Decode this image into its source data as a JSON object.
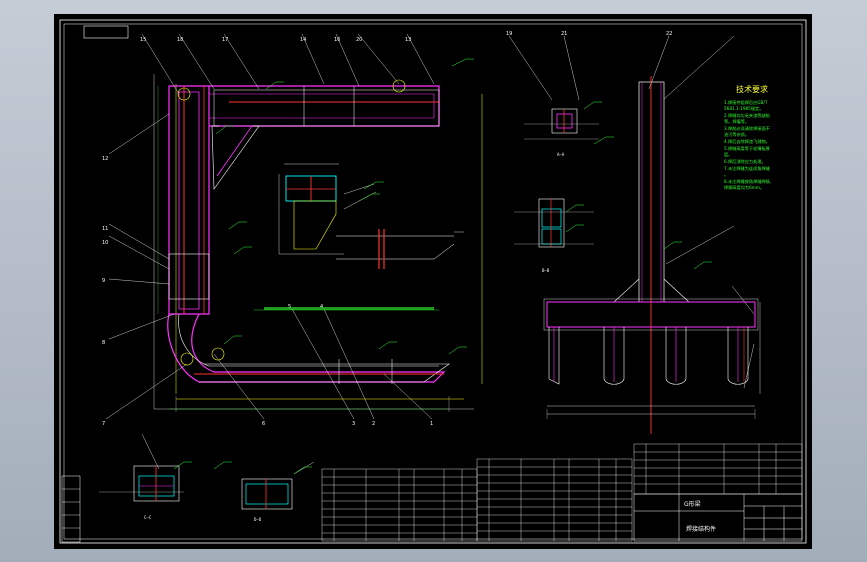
{
  "drawing": {
    "title_block": {
      "name": "G形梁",
      "subtitle": "焊接结构件"
    },
    "notes": {
      "title": "技术要求",
      "lines": [
        "1.焊接件组焊后应GB/T",
        "  5681.1-1985规定。",
        "2.焊缝均匀无夹渣等缺陷",
        "  等。焊瘤等。",
        "3.焊前必须清除焊接面干",
        "  油污等杂质。",
        "4.焊后去除焊渣飞溅物。",
        "5.焊缝高度等于较薄板厚",
        "  度。",
        "6.焊后消除应力处理。",
        "7.未注焊缝为连续角焊缝",
        "  。",
        "8.未注焊缝按角焊缝焊接,",
        "  焊脚高度均为6mm。"
      ]
    },
    "balloons": [
      "15",
      "18",
      "17",
      "14",
      "16",
      "20",
      "13",
      "12",
      "11",
      "10",
      "9",
      "8",
      "7",
      "6",
      "5",
      "4",
      "3",
      "2",
      "1",
      "19",
      "21",
      "22"
    ],
    "section_labels": [
      "A—A",
      "B—B",
      "C—C",
      "D—D"
    ]
  }
}
